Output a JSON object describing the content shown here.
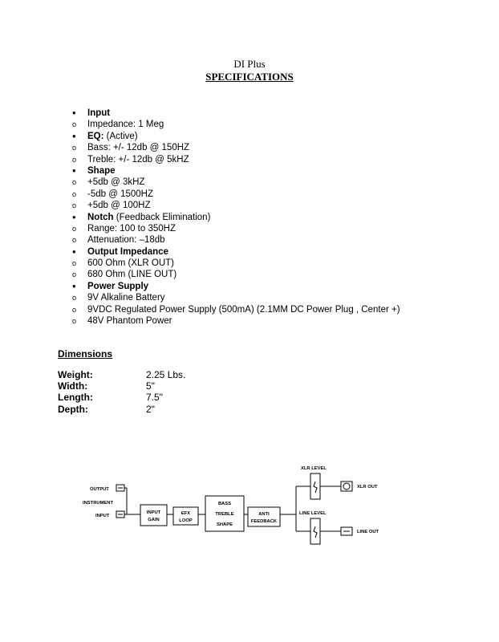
{
  "title": "DI Plus",
  "subtitle": "SPECIFICATIONS",
  "specs": [
    {
      "type": "bullet",
      "bold": "Input",
      "rest": ""
    },
    {
      "type": "circle",
      "bold": "",
      "rest": "Impedance: 1 Meg"
    },
    {
      "type": "bullet",
      "bold": "EQ:",
      "rest": " (Active)"
    },
    {
      "type": "circle",
      "bold": "",
      "rest": "Bass: +/- 12db @ 150HZ"
    },
    {
      "type": "circle",
      "bold": "",
      "rest": "Treble: +/- 12db @ 5kHZ"
    },
    {
      "type": "bullet",
      "bold": "Shape",
      "rest": ""
    },
    {
      "type": "circle",
      "bold": "",
      "rest": "+5db @ 3kHZ"
    },
    {
      "type": "circle",
      "bold": "",
      "rest": "-5db @ 1500HZ"
    },
    {
      "type": "circle",
      "bold": "",
      "rest": "+5db @ 100HZ"
    },
    {
      "type": "bullet",
      "bold": "Notch",
      "rest": " (Feedback Elimination)"
    },
    {
      "type": "circle",
      "bold": "",
      "rest": "Range: 100 to 350HZ"
    },
    {
      "type": "circle",
      "bold": "",
      "rest": "Attenuation: –18db"
    },
    {
      "type": "bullet",
      "bold": "Output Impedance",
      "rest": ""
    },
    {
      "type": "circle",
      "bold": "",
      "rest": "600 Ohm (XLR OUT)"
    },
    {
      "type": "circle",
      "bold": "",
      "rest": "680 Ohm (LINE OUT)"
    },
    {
      "type": "bullet",
      "bold": "Power Supply",
      "rest": ""
    },
    {
      "type": "circle",
      "bold": "",
      "rest": "9V Alkaline Battery"
    },
    {
      "type": "circle",
      "bold": "",
      "rest": "9VDC Regulated Power Supply (500mA)  (2.1MM DC Power Plug , Center +)"
    },
    {
      "type": "circle",
      "bold": "",
      "rest": "48V Phantom Power"
    }
  ],
  "dimensions_heading": "Dimensions",
  "dimensions": [
    {
      "label": "Weight:",
      "value": "2.25 Lbs."
    },
    {
      "label": "Width:",
      "value": "5\""
    },
    {
      "label": "Length:",
      "value": "7.5\""
    },
    {
      "label": "Depth:",
      "value": "2\""
    }
  ],
  "diagram": {
    "output_label": "OUTPUT",
    "instrument_label": "INSTRUMENT",
    "input_label": "INPUT",
    "input_gain": [
      "INPUT",
      "GAIN"
    ],
    "efx_loop": [
      "EFX",
      "LOOP"
    ],
    "eq_block": [
      "BASS",
      "TREBLE",
      "SHAPE"
    ],
    "anti_feedback": [
      "ANTI",
      "FEEDBACK"
    ],
    "xlr_level": "XLR LEVEL",
    "line_level": "LINE LEVEL",
    "xlr_out": "XLR OUT",
    "line_out": "LINE OUT"
  }
}
